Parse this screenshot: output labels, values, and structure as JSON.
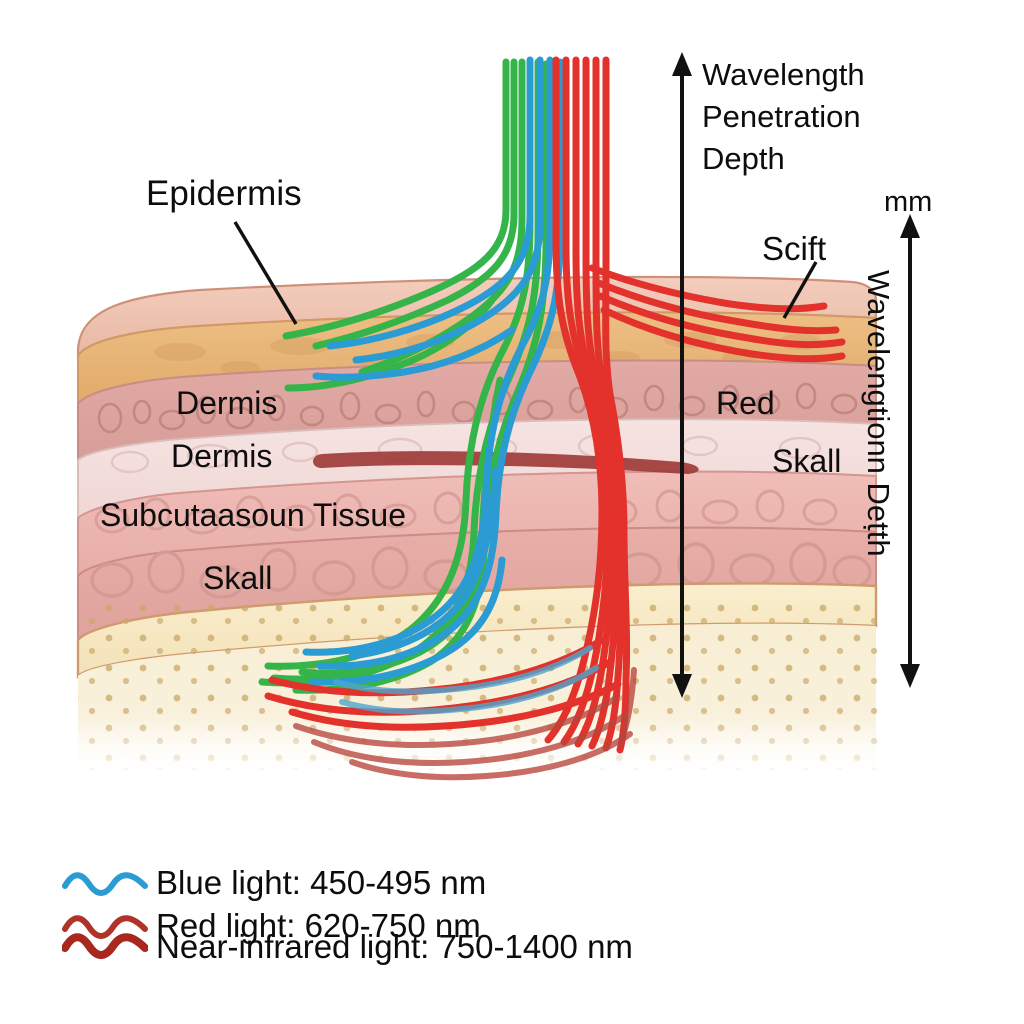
{
  "diagram": {
    "title_annotation": "Wavelength Penetration Depth",
    "unit_label": "mm",
    "rotated_axis_label": "Wavelengtionn Deṭth",
    "callouts": [
      {
        "id": "epidermis",
        "text": "Epidermis"
      },
      {
        "id": "scift",
        "text": "Scift"
      }
    ],
    "layer_labels_left": [
      {
        "text": "Dermis"
      },
      {
        "text": "Dermis"
      },
      {
        "text": "Subcutaasoun Tissue"
      },
      {
        "text": "Skall"
      }
    ],
    "layer_labels_right": [
      {
        "text": "Red"
      },
      {
        "text": "Skall"
      }
    ]
  },
  "legend": {
    "items": [
      {
        "label": "Blue light: 450-495 nm",
        "color": "#2b9bd4"
      },
      {
        "label": "Red light: 620-750 nm",
        "color": "#b03228"
      },
      {
        "label": "Near-infrared light: 750-1400 nm",
        "color": "#a82820"
      }
    ]
  },
  "colors": {
    "ray_green": "#35b44a",
    "ray_blue": "#2b9bd4",
    "ray_red": "#e3312b",
    "ray_nir": "#b8453c",
    "arrow": "#111111",
    "skin_top": "#efc0ae",
    "epidermis": "#e8b573",
    "dermis_papillary": "#dda6a2",
    "dermis_pale": "#f2dcdb",
    "dermis_retic": "#edb7b2",
    "subcutaneous": "#e5a9a4",
    "fat_band": "#f6e7c4",
    "bone": "#f7edd2",
    "bone_dot": "#c8a96a",
    "outline": "#c68a72"
  },
  "chart_data": {
    "type": "diagram",
    "title": "Wavelength Penetration Depth",
    "series": [
      {
        "name": "Blue light",
        "range_nm": [
          450,
          495
        ],
        "color": "#2b9bd4",
        "relative_penetration": 0.45
      },
      {
        "name": "Red light",
        "range_nm": [
          620,
          750
        ],
        "color": "#b03228",
        "relative_penetration": 0.8
      },
      {
        "name": "Near-infrared light",
        "range_nm": [
          750,
          1400
        ],
        "color": "#a82820",
        "relative_penetration": 1.0
      }
    ],
    "tissue_layers": [
      "Epidermis",
      "Dermis",
      "Dermis",
      "Subcutaasoun Tissue",
      "Skall"
    ],
    "ylabel": "mm"
  }
}
